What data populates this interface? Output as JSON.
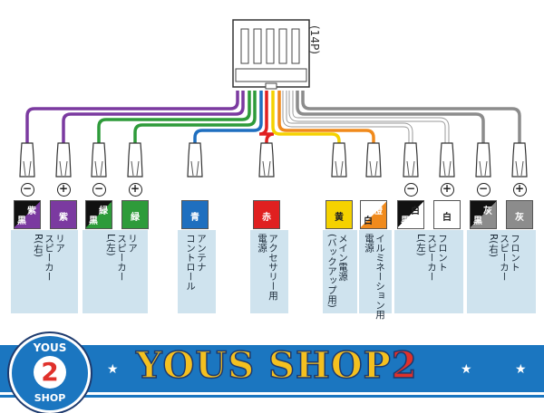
{
  "connector": {
    "label": "(14P)"
  },
  "polarity": {
    "minus": "⊖",
    "plus": "⊕"
  },
  "wires": [
    {
      "color": "#7b3aa0",
      "tag": "紫",
      "tag2": "黒",
      "pol": "minus"
    },
    {
      "color": "#7b3aa0",
      "tag": "紫",
      "pol": "plus"
    },
    {
      "color": "#2e9b3a",
      "tag": "緑",
      "tag2": "黒",
      "pol": "minus"
    },
    {
      "color": "#2e9b3a",
      "tag": "緑",
      "pol": "plus"
    },
    {
      "color": "#1f6fbf",
      "tag": "青"
    },
    {
      "color": "#e02020",
      "tag": "赤"
    },
    {
      "color": "#f5d200",
      "tag": "黄"
    },
    {
      "color": "#f08a1c",
      "tag": "橙",
      "tag2": "白"
    },
    {
      "color": "#ffffff",
      "tag": "白",
      "tag2": "黒",
      "pol": "minus"
    },
    {
      "color": "#ffffff",
      "tag": "白",
      "pol": "plus"
    },
    {
      "color": "#8c8c8c",
      "tag": "灰",
      "tag2": "黒",
      "pol": "minus"
    },
    {
      "color": "#8c8c8c",
      "tag": "灰",
      "pol": "plus"
    }
  ],
  "descriptions": {
    "rear_speaker": [
      "リア",
      "スピーカー",
      "R(右)"
    ],
    "rear_speaker_l": [
      "リア",
      "スピーカー",
      "L(左)"
    ],
    "antenna": [
      "アンテナ",
      "コントロール"
    ],
    "acc": [
      "アクセサリー用",
      "電源"
    ],
    "main": [
      "メイン電源",
      "(バックアップ用)"
    ],
    "illumi": [
      "イルミネーション用",
      "電源"
    ],
    "front_l": [
      "フロント",
      "スピーカー",
      "L(左)"
    ],
    "front_r": [
      "フロント",
      "スピーカー",
      "R(右)"
    ]
  },
  "banner": {
    "shop": "YOUS SHOP",
    "number": "2",
    "logo_top": "YOUS",
    "logo_bottom": "SHOP",
    "logo_num": "2"
  }
}
